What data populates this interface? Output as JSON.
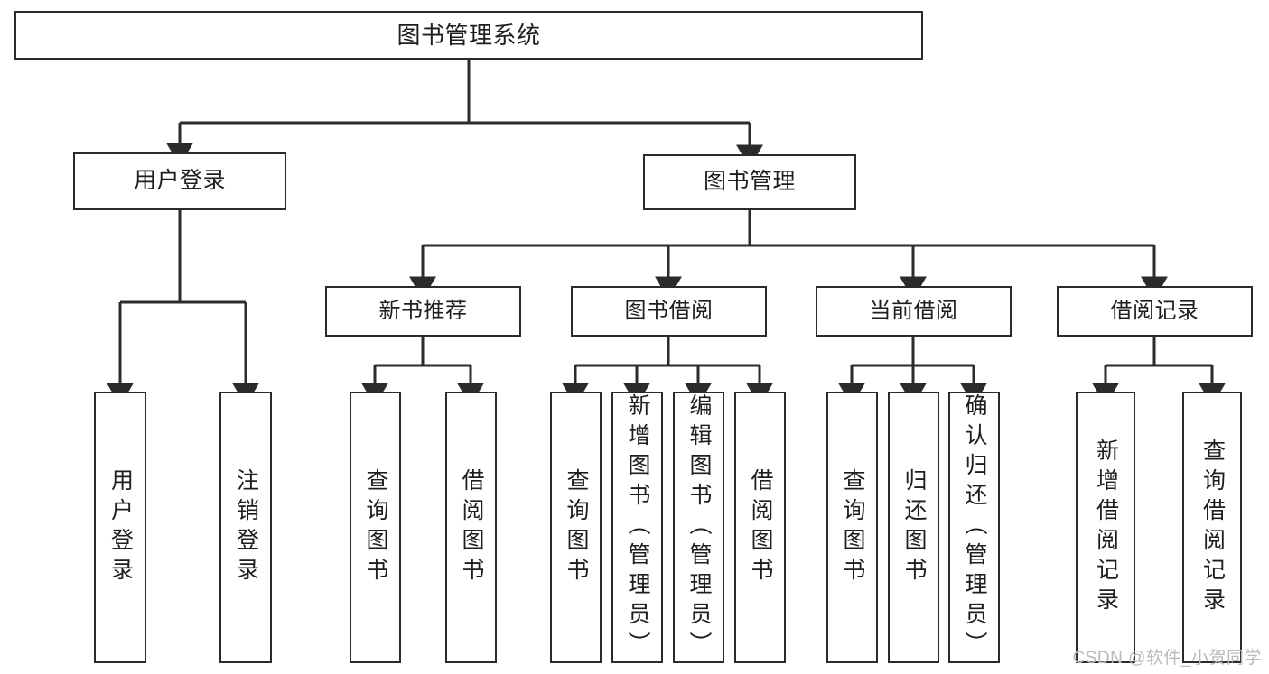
{
  "diagram": {
    "title": "图书管理系统",
    "type": "tree-hierarchy-diagram",
    "colors": {
      "background": "#ffffff",
      "box_border": "#2b2b2b",
      "box_fill": "#ffffff",
      "edge": "#2b2b2b",
      "text": "#1e1e1e",
      "watermark": "#b9b9b9"
    },
    "root": {
      "label": "图书管理系统"
    },
    "level2": [
      {
        "id": "user-login",
        "label": "用户登录"
      },
      {
        "id": "book-manage",
        "label": "图书管理"
      }
    ],
    "level3": [
      {
        "id": "new-book-recommend",
        "label": "新书推荐"
      },
      {
        "id": "book-borrow",
        "label": "图书借阅"
      },
      {
        "id": "current-borrow",
        "label": "当前借阅"
      },
      {
        "id": "borrow-record",
        "label": "借阅记录"
      }
    ],
    "leaves": {
      "user_login": [
        {
          "id": "leaf-user-login",
          "label": "用户登录"
        },
        {
          "id": "leaf-logout-login",
          "label": "注销登录"
        }
      ],
      "new_book_recommend": [
        {
          "id": "leaf-query-book-1",
          "label": "查询图书"
        },
        {
          "id": "leaf-borrow-book-1",
          "label": "借阅图书"
        }
      ],
      "book_borrow": [
        {
          "id": "leaf-query-book-2",
          "label": "查询图书"
        },
        {
          "id": "leaf-add-book",
          "label": "新增图书（管理员）"
        },
        {
          "id": "leaf-edit-book",
          "label": "编辑图书（管理员）"
        },
        {
          "id": "leaf-borrow-book-2",
          "label": "借阅图书"
        }
      ],
      "current_borrow": [
        {
          "id": "leaf-query-book-3",
          "label": "查询图书"
        },
        {
          "id": "leaf-return-book",
          "label": "归还图书"
        },
        {
          "id": "leaf-confirm-return",
          "label": "确认归还（管理员）"
        }
      ],
      "borrow_record": [
        {
          "id": "leaf-add-record",
          "label": "新增借阅记录"
        },
        {
          "id": "leaf-query-record",
          "label": "查询借阅记录"
        }
      ]
    }
  },
  "watermark": {
    "text": "CSDN @软件_小贺同学"
  }
}
